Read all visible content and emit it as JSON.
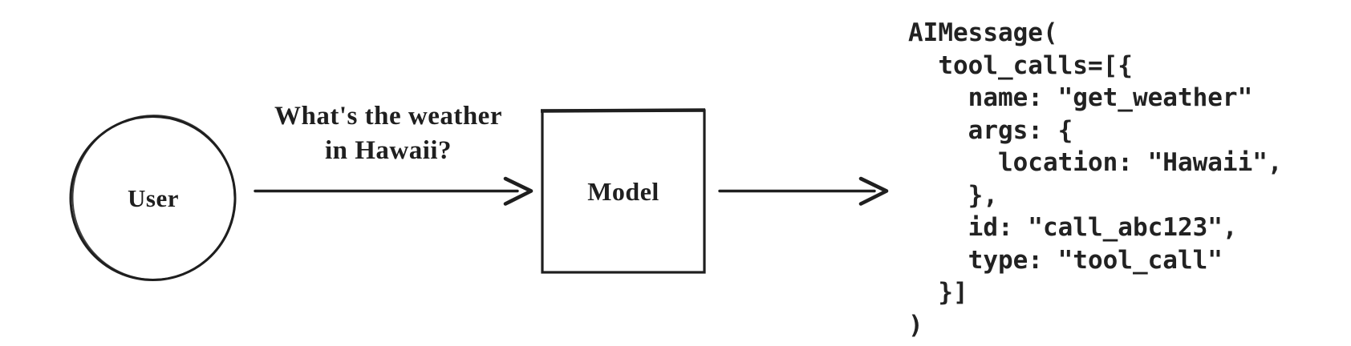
{
  "nodes": {
    "user": {
      "label": "User",
      "shape": "circle"
    },
    "model": {
      "label": "Model",
      "shape": "square"
    }
  },
  "user_message": {
    "line1": "What's the weather",
    "line2": "in Hawaii?"
  },
  "arrows": [
    {
      "name": "user-to-model-arrow",
      "direction": "right"
    },
    {
      "name": "model-to-output-arrow",
      "direction": "right"
    }
  ],
  "code": {
    "lines": [
      "AIMessage(",
      "  tool_calls=[{",
      "    name: \"get_weather\"",
      "    args: {",
      "      location: \"Hawaii\",",
      "    },",
      "    id: \"call_abc123\",",
      "    type: \"tool_call\"",
      "  }]",
      ")"
    ]
  },
  "colors": {
    "ink": "#1f1f1f",
    "code_text": "#222222",
    "background": "#ffffff"
  }
}
